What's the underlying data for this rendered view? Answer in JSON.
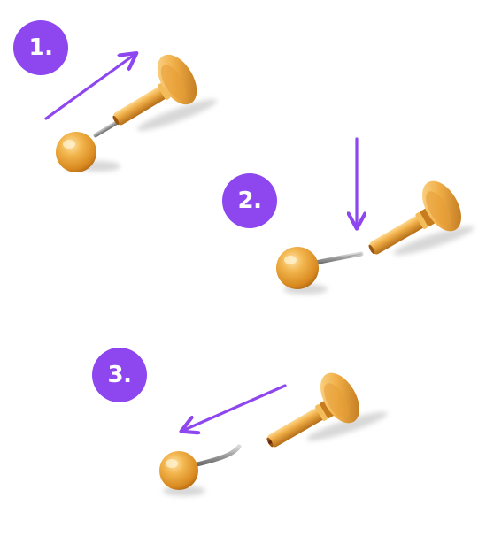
{
  "steps": [
    {
      "label": "1.",
      "arrow_direction": "up-right",
      "ball_state": "attached"
    },
    {
      "label": "2.",
      "arrow_direction": "down",
      "ball_state": "unthreading"
    },
    {
      "label": "3.",
      "arrow_direction": "left",
      "ball_state": "removed"
    }
  ],
  "colors": {
    "accent": "#8e46ef",
    "gold": "#e6a33a",
    "gold_dark": "#b46d17",
    "gold_light": "#ffd98e",
    "pin": "#8f8f8f",
    "shadow": "#cfcfcf"
  },
  "icons": {
    "badge": "number-circle",
    "arrow": "arrow-icon",
    "jewelry": "labret-stud-illustration"
  }
}
